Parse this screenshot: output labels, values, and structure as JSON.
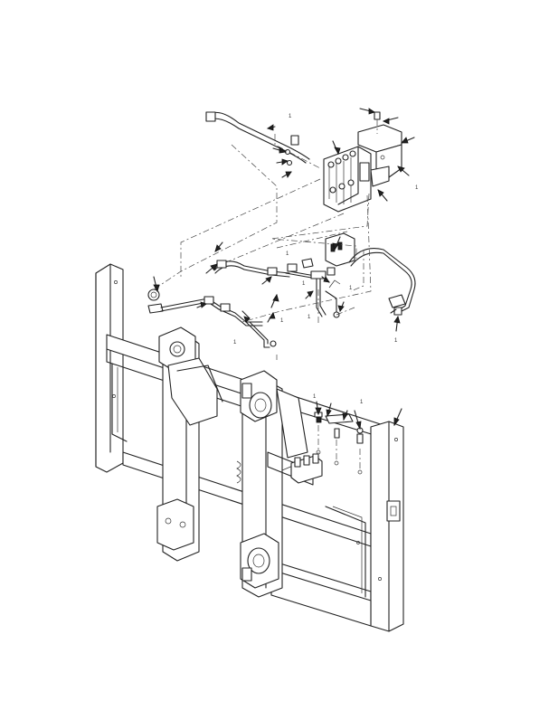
{
  "figure": {
    "callout_labels": [
      "1",
      "1",
      "1",
      "1",
      "1",
      "1",
      "1",
      "1",
      "1",
      "1",
      "1"
    ]
  }
}
